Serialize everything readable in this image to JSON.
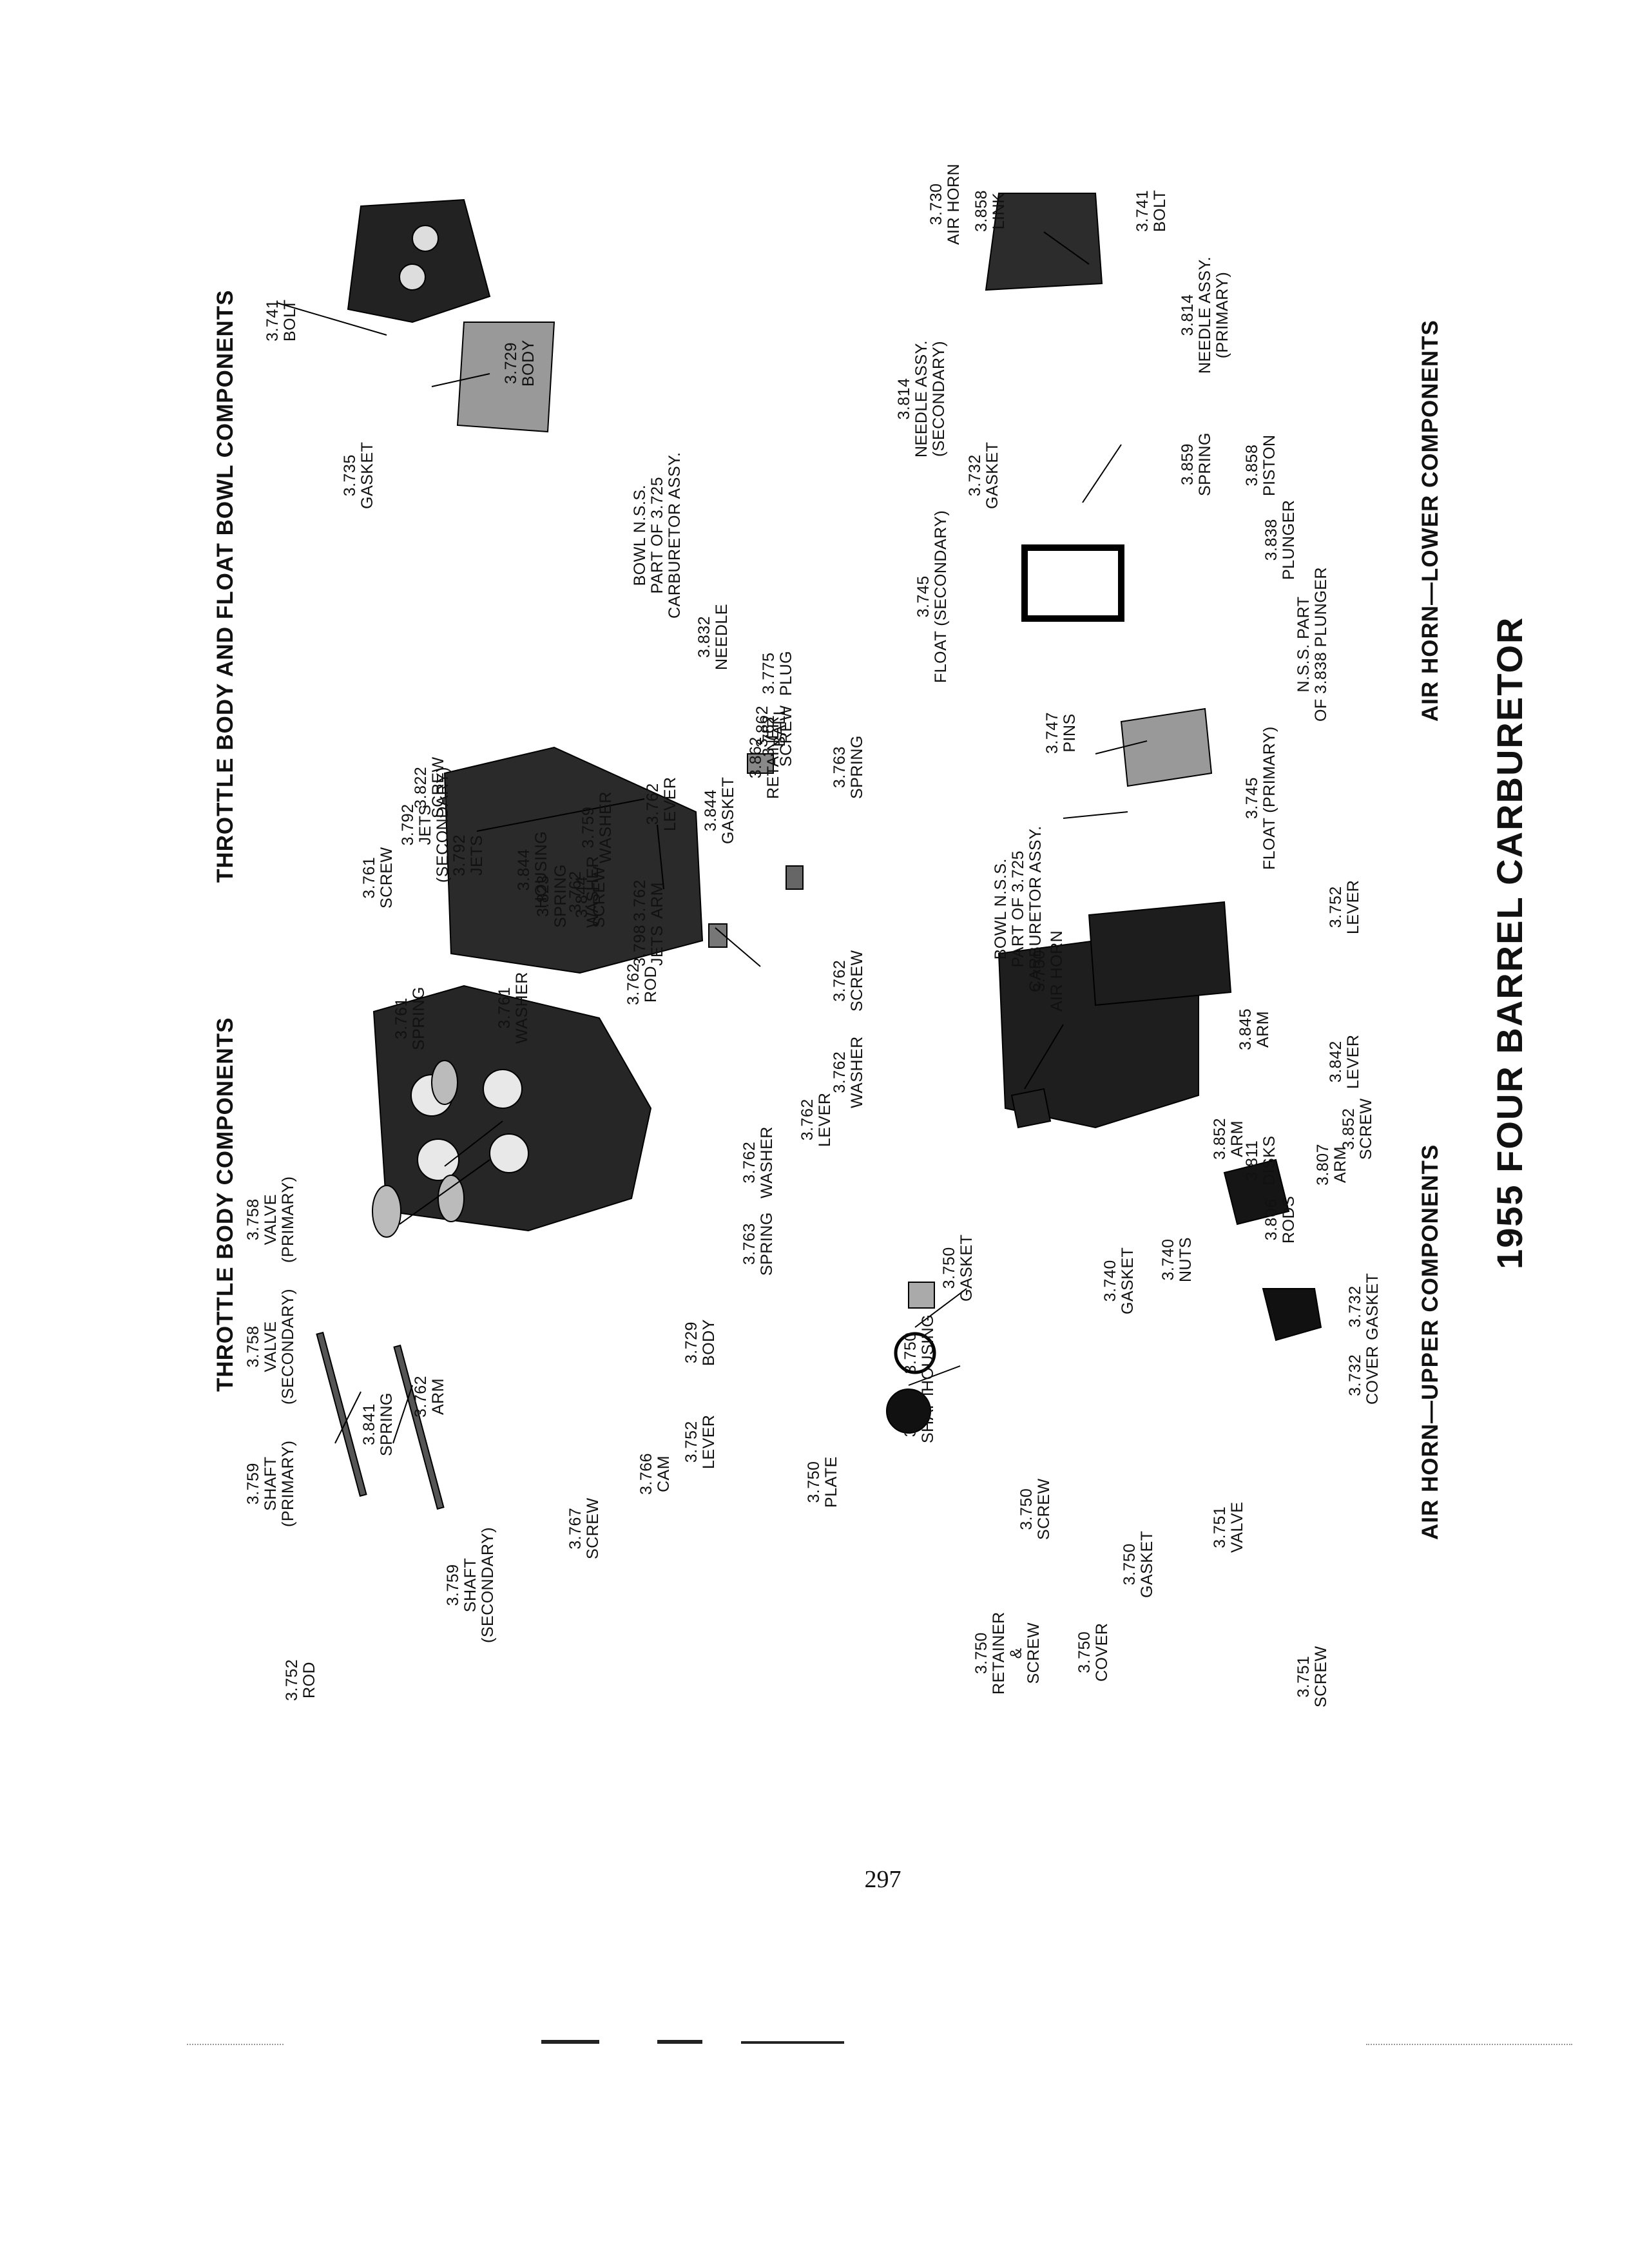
{
  "title": "1955 FOUR BARREL CARBURETOR",
  "page_number": "297",
  "sections": {
    "throttle_body": "THROTTLE BODY COMPONENTS",
    "throttle_float": "THROTTLE BODY AND FLOAT BOWL COMPONENTS",
    "air_horn_upper": "AIR HORN—UPPER COMPONENTS",
    "air_horn_lower": "AIR HORN—LOWER COMPONENTS"
  },
  "labels": [
    {
      "id": "tb1",
      "lines": [
        "3.752",
        "ROD"
      ]
    },
    {
      "id": "tb2",
      "lines": [
        "3.759",
        "SHAFT",
        "(PRIMARY)"
      ]
    },
    {
      "id": "tb3",
      "lines": [
        "3.759",
        "SHAFT",
        "(SECONDARY)"
      ]
    },
    {
      "id": "tb4",
      "lines": [
        "3.758",
        "VALVE",
        "(SECONDARY)"
      ]
    },
    {
      "id": "tb5",
      "lines": [
        "3.758",
        "VALVE",
        "(PRIMARY)"
      ]
    },
    {
      "id": "tb6",
      "lines": [
        "3.841",
        "SPRING"
      ]
    },
    {
      "id": "tb7",
      "lines": [
        "3.762",
        "ARM"
      ]
    },
    {
      "id": "tb8",
      "lines": [
        "3.767",
        "SCREW"
      ]
    },
    {
      "id": "tb9",
      "lines": [
        "3.766",
        "CAM"
      ]
    },
    {
      "id": "tb10",
      "lines": [
        "3.752",
        "LEVER"
      ]
    },
    {
      "id": "tb11",
      "lines": [
        "3.729",
        "BODY"
      ]
    },
    {
      "id": "tb12",
      "lines": [
        "3.763",
        "SPRING"
      ]
    },
    {
      "id": "tb13",
      "lines": [
        "3.762",
        "WASHER"
      ]
    },
    {
      "id": "tb14",
      "lines": [
        "3.762",
        "LEVER"
      ]
    },
    {
      "id": "tb15",
      "lines": [
        "3.762",
        "WASHER"
      ]
    },
    {
      "id": "tb16",
      "lines": [
        "3.762",
        "SCREW"
      ]
    },
    {
      "id": "tb17",
      "lines": [
        "3.761",
        "SPRING"
      ]
    },
    {
      "id": "tb18",
      "lines": [
        "3.761",
        "SCREW"
      ]
    },
    {
      "id": "tb19",
      "lines": [
        "3.761",
        "WASHER"
      ]
    },
    {
      "id": "tb20",
      "lines": [
        "3.762",
        "WASHER"
      ]
    },
    {
      "id": "tb21",
      "lines": [
        "3.762",
        "ROD"
      ]
    },
    {
      "id": "tb22",
      "lines": [
        "3.762",
        "ARM"
      ]
    },
    {
      "id": "tb23",
      "lines": [
        "3.822",
        "SCREW"
      ]
    },
    {
      "id": "tb24",
      "lines": [
        "3.823",
        "SPRING"
      ]
    },
    {
      "id": "tb25",
      "lines": [
        "3.759",
        "WASHER"
      ]
    },
    {
      "id": "tb26",
      "lines": [
        "3.762",
        "LEVER"
      ]
    },
    {
      "id": "tb27",
      "lines": [
        "3.762",
        "SCREW"
      ]
    },
    {
      "id": "tb28",
      "lines": [
        "3.763",
        "SPRING"
      ]
    },
    {
      "id": "fb1",
      "lines": [
        "3.741",
        "BOLT"
      ]
    },
    {
      "id": "fb2",
      "lines": [
        "3.729",
        "BODY"
      ]
    },
    {
      "id": "fb3",
      "lines": [
        "3.735",
        "GASKET"
      ]
    },
    {
      "id": "fb4",
      "lines": [
        "BOWL N.S.S.",
        "PART OF 3.725",
        "CARBURETOR ASSY."
      ]
    },
    {
      "id": "fb5",
      "lines": [
        "3.792",
        "JETS",
        "(SECONDARY)"
      ]
    },
    {
      "id": "fb6",
      "lines": [
        "3.792",
        "JETS"
      ]
    },
    {
      "id": "fb7",
      "lines": [
        "3.844",
        "HOUSING"
      ]
    },
    {
      "id": "fb8",
      "lines": [
        "3.844",
        "SCREW"
      ]
    },
    {
      "id": "fb9",
      "lines": [
        "3.798",
        "JETS"
      ]
    },
    {
      "id": "fb10",
      "lines": [
        "3.844",
        "GASKET"
      ]
    },
    {
      "id": "fb11",
      "lines": [
        "3.862",
        "RETAINER"
      ]
    },
    {
      "id": "fb12",
      "lines": [
        "3.862",
        "BALL"
      ]
    },
    {
      "id": "fb13",
      "lines": [
        "3.775",
        "PLUG"
      ]
    },
    {
      "id": "fb14",
      "lines": [
        "3.832",
        "NEEDLE"
      ]
    },
    {
      "id": "au1",
      "lines": [
        "3.750",
        "RETAINER",
        "&",
        "SCREW"
      ]
    },
    {
      "id": "au2",
      "lines": [
        "3.750",
        "COVER"
      ]
    },
    {
      "id": "au3",
      "lines": [
        "3.750",
        "GASKET"
      ]
    },
    {
      "id": "au4",
      "lines": [
        "3.750",
        "PLATE"
      ]
    },
    {
      "id": "au5",
      "lines": [
        "3.750",
        "SCREW"
      ]
    },
    {
      "id": "au6",
      "lines": [
        "3.752",
        "SHAFT"
      ]
    },
    {
      "id": "au7",
      "lines": [
        "3.750",
        "HOUSING"
      ]
    },
    {
      "id": "au8",
      "lines": [
        "3.750",
        "GASKET"
      ]
    },
    {
      "id": "au9",
      "lines": [
        "3.751",
        "SCREW"
      ]
    },
    {
      "id": "au10",
      "lines": [
        "3.751",
        "VALVE"
      ]
    },
    {
      "id": "au11",
      "lines": [
        "3.732",
        "COVER"
      ]
    },
    {
      "id": "au12",
      "lines": [
        "3.732",
        "GASKET"
      ]
    },
    {
      "id": "au13",
      "lines": [
        "3.740",
        "NUTS"
      ]
    },
    {
      "id": "au14",
      "lines": [
        "3.740",
        "GASKET"
      ]
    },
    {
      "id": "au15",
      "lines": [
        "3.806",
        "RODS"
      ]
    },
    {
      "id": "au16",
      "lines": [
        "3.811",
        "DISKS"
      ]
    },
    {
      "id": "au17",
      "lines": [
        "3.807",
        "ARM"
      ]
    },
    {
      "id": "au18",
      "lines": [
        "3.852",
        "SCREW"
      ]
    },
    {
      "id": "au19",
      "lines": [
        "3.852",
        "ARM"
      ]
    },
    {
      "id": "au20",
      "lines": [
        "3.845",
        "ARM"
      ]
    },
    {
      "id": "au21",
      "lines": [
        "3.842",
        "LEVER"
      ]
    },
    {
      "id": "au22",
      "lines": [
        "3.752",
        "LEVER"
      ]
    },
    {
      "id": "au23",
      "lines": [
        "3.730",
        "AIR HORN"
      ]
    },
    {
      "id": "al1",
      "lines": [
        "BOWL N.S.S.",
        "PART OF 3.725",
        "CARBURETOR ASSY."
      ]
    },
    {
      "id": "al2",
      "lines": [
        "3.745",
        "FLOAT (PRIMARY)"
      ]
    },
    {
      "id": "al3",
      "lines": [
        "3.747",
        "PINS"
      ]
    },
    {
      "id": "al4",
      "lines": [
        "3.745",
        "FLOAT (SECONDARY)"
      ]
    },
    {
      "id": "al5",
      "lines": [
        "N.S.S. PART",
        "OF 3.838 PLUNGER"
      ]
    },
    {
      "id": "al6",
      "lines": [
        "3.838",
        "PLUNGER"
      ]
    },
    {
      "id": "al7",
      "lines": [
        "3.732",
        "GASKET"
      ]
    },
    {
      "id": "al8",
      "lines": [
        "3.859",
        "SPRING"
      ]
    },
    {
      "id": "al9",
      "lines": [
        "3.858",
        "PISTON"
      ]
    },
    {
      "id": "al10",
      "lines": [
        "3.814",
        "NEEDLE ASSY.",
        "(SECONDARY)"
      ]
    },
    {
      "id": "al11",
      "lines": [
        "3.814",
        "NEEDLE ASSY.",
        "(PRIMARY)"
      ]
    },
    {
      "id": "al12",
      "lines": [
        "3.730",
        "AIR HORN"
      ]
    },
    {
      "id": "al13",
      "lines": [
        "3.858",
        "LINK"
      ]
    },
    {
      "id": "al14",
      "lines": [
        "3.741",
        "BOLT"
      ]
    }
  ]
}
